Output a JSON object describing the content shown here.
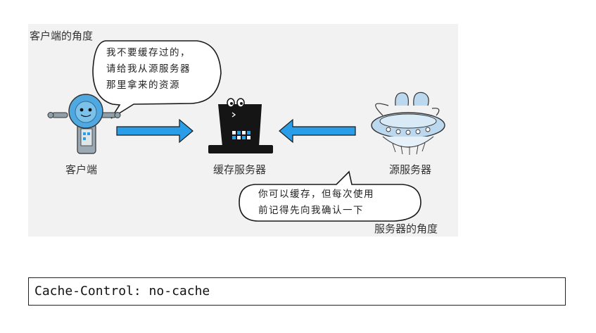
{
  "panel": {
    "client_view_caption": "客户端的角度",
    "server_view_caption": "服务器的角度"
  },
  "nodes": {
    "client": {
      "label": "客户端"
    },
    "cache_server": {
      "label": "缓存服务器"
    },
    "origin_server": {
      "label": "源服务器"
    }
  },
  "bubbles": {
    "client_bubble": {
      "lines": [
        "我不要缓存过的，",
        "请给我从源服务器",
        "那里拿来的资源"
      ]
    },
    "server_bubble": {
      "lines": [
        "你可以缓存，但每次使用",
        "前记得先向我确认一下"
      ]
    }
  },
  "colors": {
    "arrow": "#2a9de8",
    "arrow_outline": "#1a1a1a",
    "hat": "#151515",
    "robot_head": "#4fa8e0",
    "ufo_blue": "#bcd8ef"
  },
  "footer": {
    "code": "Cache-Control: no-cache"
  }
}
